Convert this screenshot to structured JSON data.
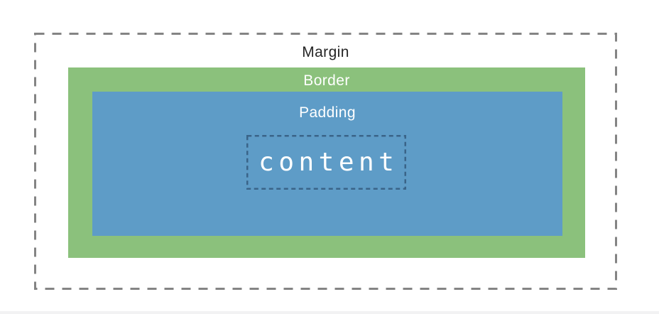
{
  "diagram": {
    "title": "css-box-model",
    "margin_label": "Margin",
    "border_label": "Border",
    "padding_label": "Padding",
    "content_label": "content"
  },
  "colors": {
    "border_fill": "#8BC17C",
    "padding_fill": "#5E9CC7",
    "margin_dash": "#848484",
    "content_dash": "#3A6488",
    "margin_text": "#262626",
    "light_text": "#FFFFFF",
    "background": "#FFFFFF",
    "footer_strip": "#F2F2F3"
  }
}
